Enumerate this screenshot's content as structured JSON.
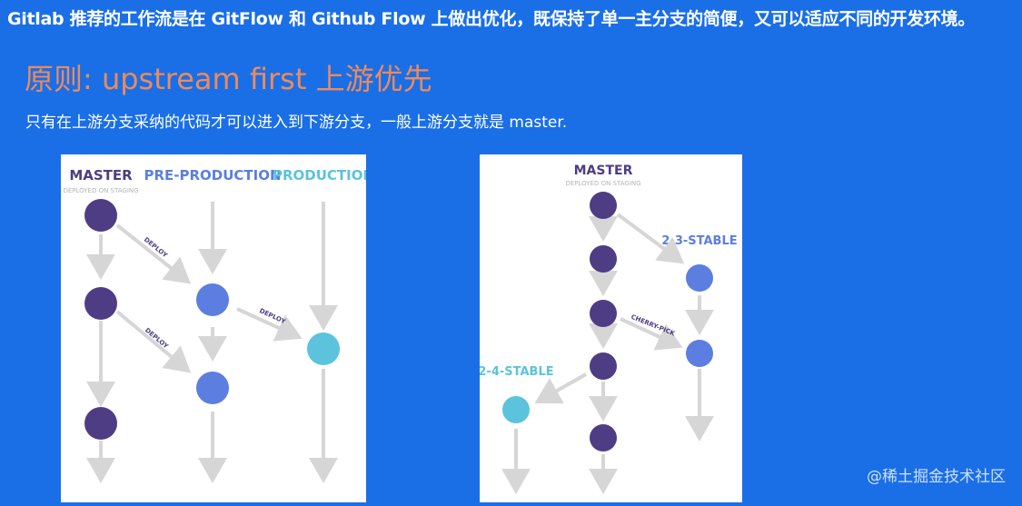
{
  "headline": "Gitlab 推荐的工作流是在 GitFlow 和 Github Flow 上做出优化，既保持了单一主分支的简便，又可以适应不同的开发环境。",
  "principle": "原则: upstream first 上游优先",
  "description": "只有在上游分支采纳的代码才可以进入到下游分支，一般上游分支就是 master.",
  "colors": {
    "background": "#1a6fe6",
    "master": "#4e3d84",
    "pre_production": "#5b7ee0",
    "production": "#5bc3dc",
    "arrow": "#d6d6d6",
    "principle": "#ef8a5a"
  },
  "left_diagram": {
    "master_label": "MASTER",
    "master_sub": "DEPLOYED ON STAGING",
    "preprod_label": "PRE-PRODUCTION",
    "prod_label": "PRODUCTION",
    "deploy_1": "DEPLOY",
    "deploy_2": "DEPLOY",
    "deploy_3": "DEPLOY"
  },
  "right_diagram": {
    "master_label": "MASTER",
    "master_sub": "DEPLOYED ON STAGING",
    "stable_23": "2-3-STABLE",
    "stable_24": "2-4-STABLE",
    "cherry_pick": "CHERRY-PICK"
  },
  "watermark": "@稀土掘金技术社区"
}
